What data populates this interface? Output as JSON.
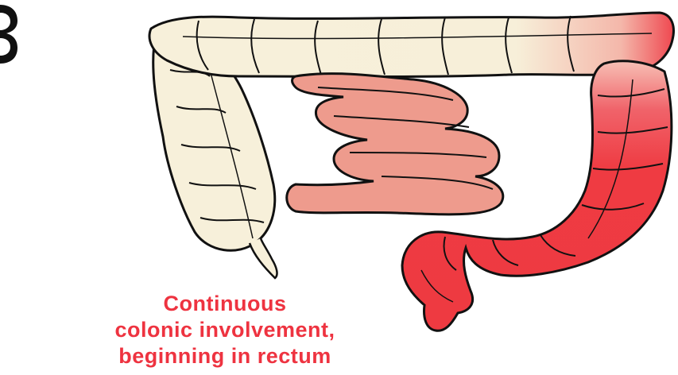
{
  "diagram": {
    "caption_lines": [
      "Continuous",
      "colonic involvement,",
      "beginning in rectum"
    ],
    "colors": {
      "healthy_colon": "#f7f0da",
      "inflamed_colon": "#ef3b42",
      "small_intestine": "#ee9b8d",
      "outline": "#111111",
      "caption": "#ee3340"
    }
  }
}
